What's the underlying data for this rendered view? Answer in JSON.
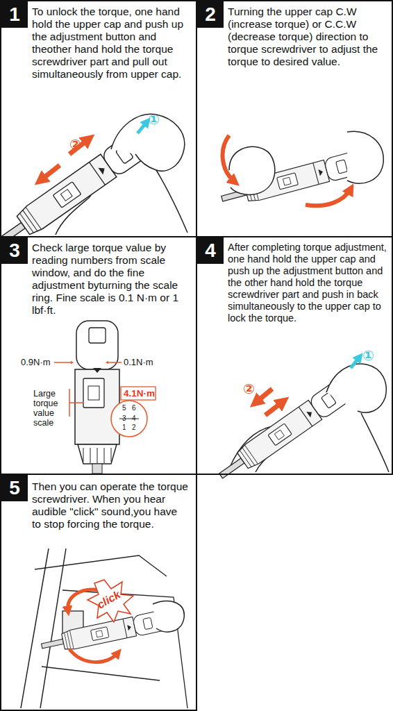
{
  "diagram": {
    "nodes": [
      {
        "text": [
          "To unlock the torque, one hand hold the upper cap and push up the adjustment button and theother hand hold the torque screwdriver part and pull out simultaneously from upper cap."
        ]
      },
      {
        "text": [
          "1"
        ],
        "in": 0
      },
      {
        "text": [
          "Turning the upper cap C.W (increase torque) or C.C.W (decrease torque) direction to torque screwdriver to adjust the torque to desired value."
        ]
      },
      {
        "text": [
          "2"
        ],
        "in": 2
      },
      {
        "text": [
          "Check large torque value by reading numbers from scale window, and do the fine adjustment byturning the scale ring. Fine scale is 0.1 N·m or 1 lbf·ft."
        ]
      },
      {
        "text": [
          "3"
        ],
        "in": 4
      },
      {
        "text": [
          "After completing torque adjustment, one hand hold the upper cap and push up the adjustment button and the other hand hold the torque screwdriver part and push in back simultaneously to the upper cap to lock the torque."
        ]
      },
      {
        "text": [
          "4"
        ],
        "in": 6
      },
      {
        "text": [
          "Then you can operate the torque screwdriver. When you hear audible \"click\" sound,you have to stop forcing the torque."
        ]
      },
      {
        "text": [
          "5"
        ],
        "in": 8
      }
    ],
    "labels": [
      "①",
      "②",
      "0.9N·m",
      "0.1N·m",
      "Large torque value scale",
      "4.1N·m",
      "5",
      "6",
      "3",
      "4",
      "1",
      "2",
      "①",
      "②",
      "click"
    ]
  }
}
